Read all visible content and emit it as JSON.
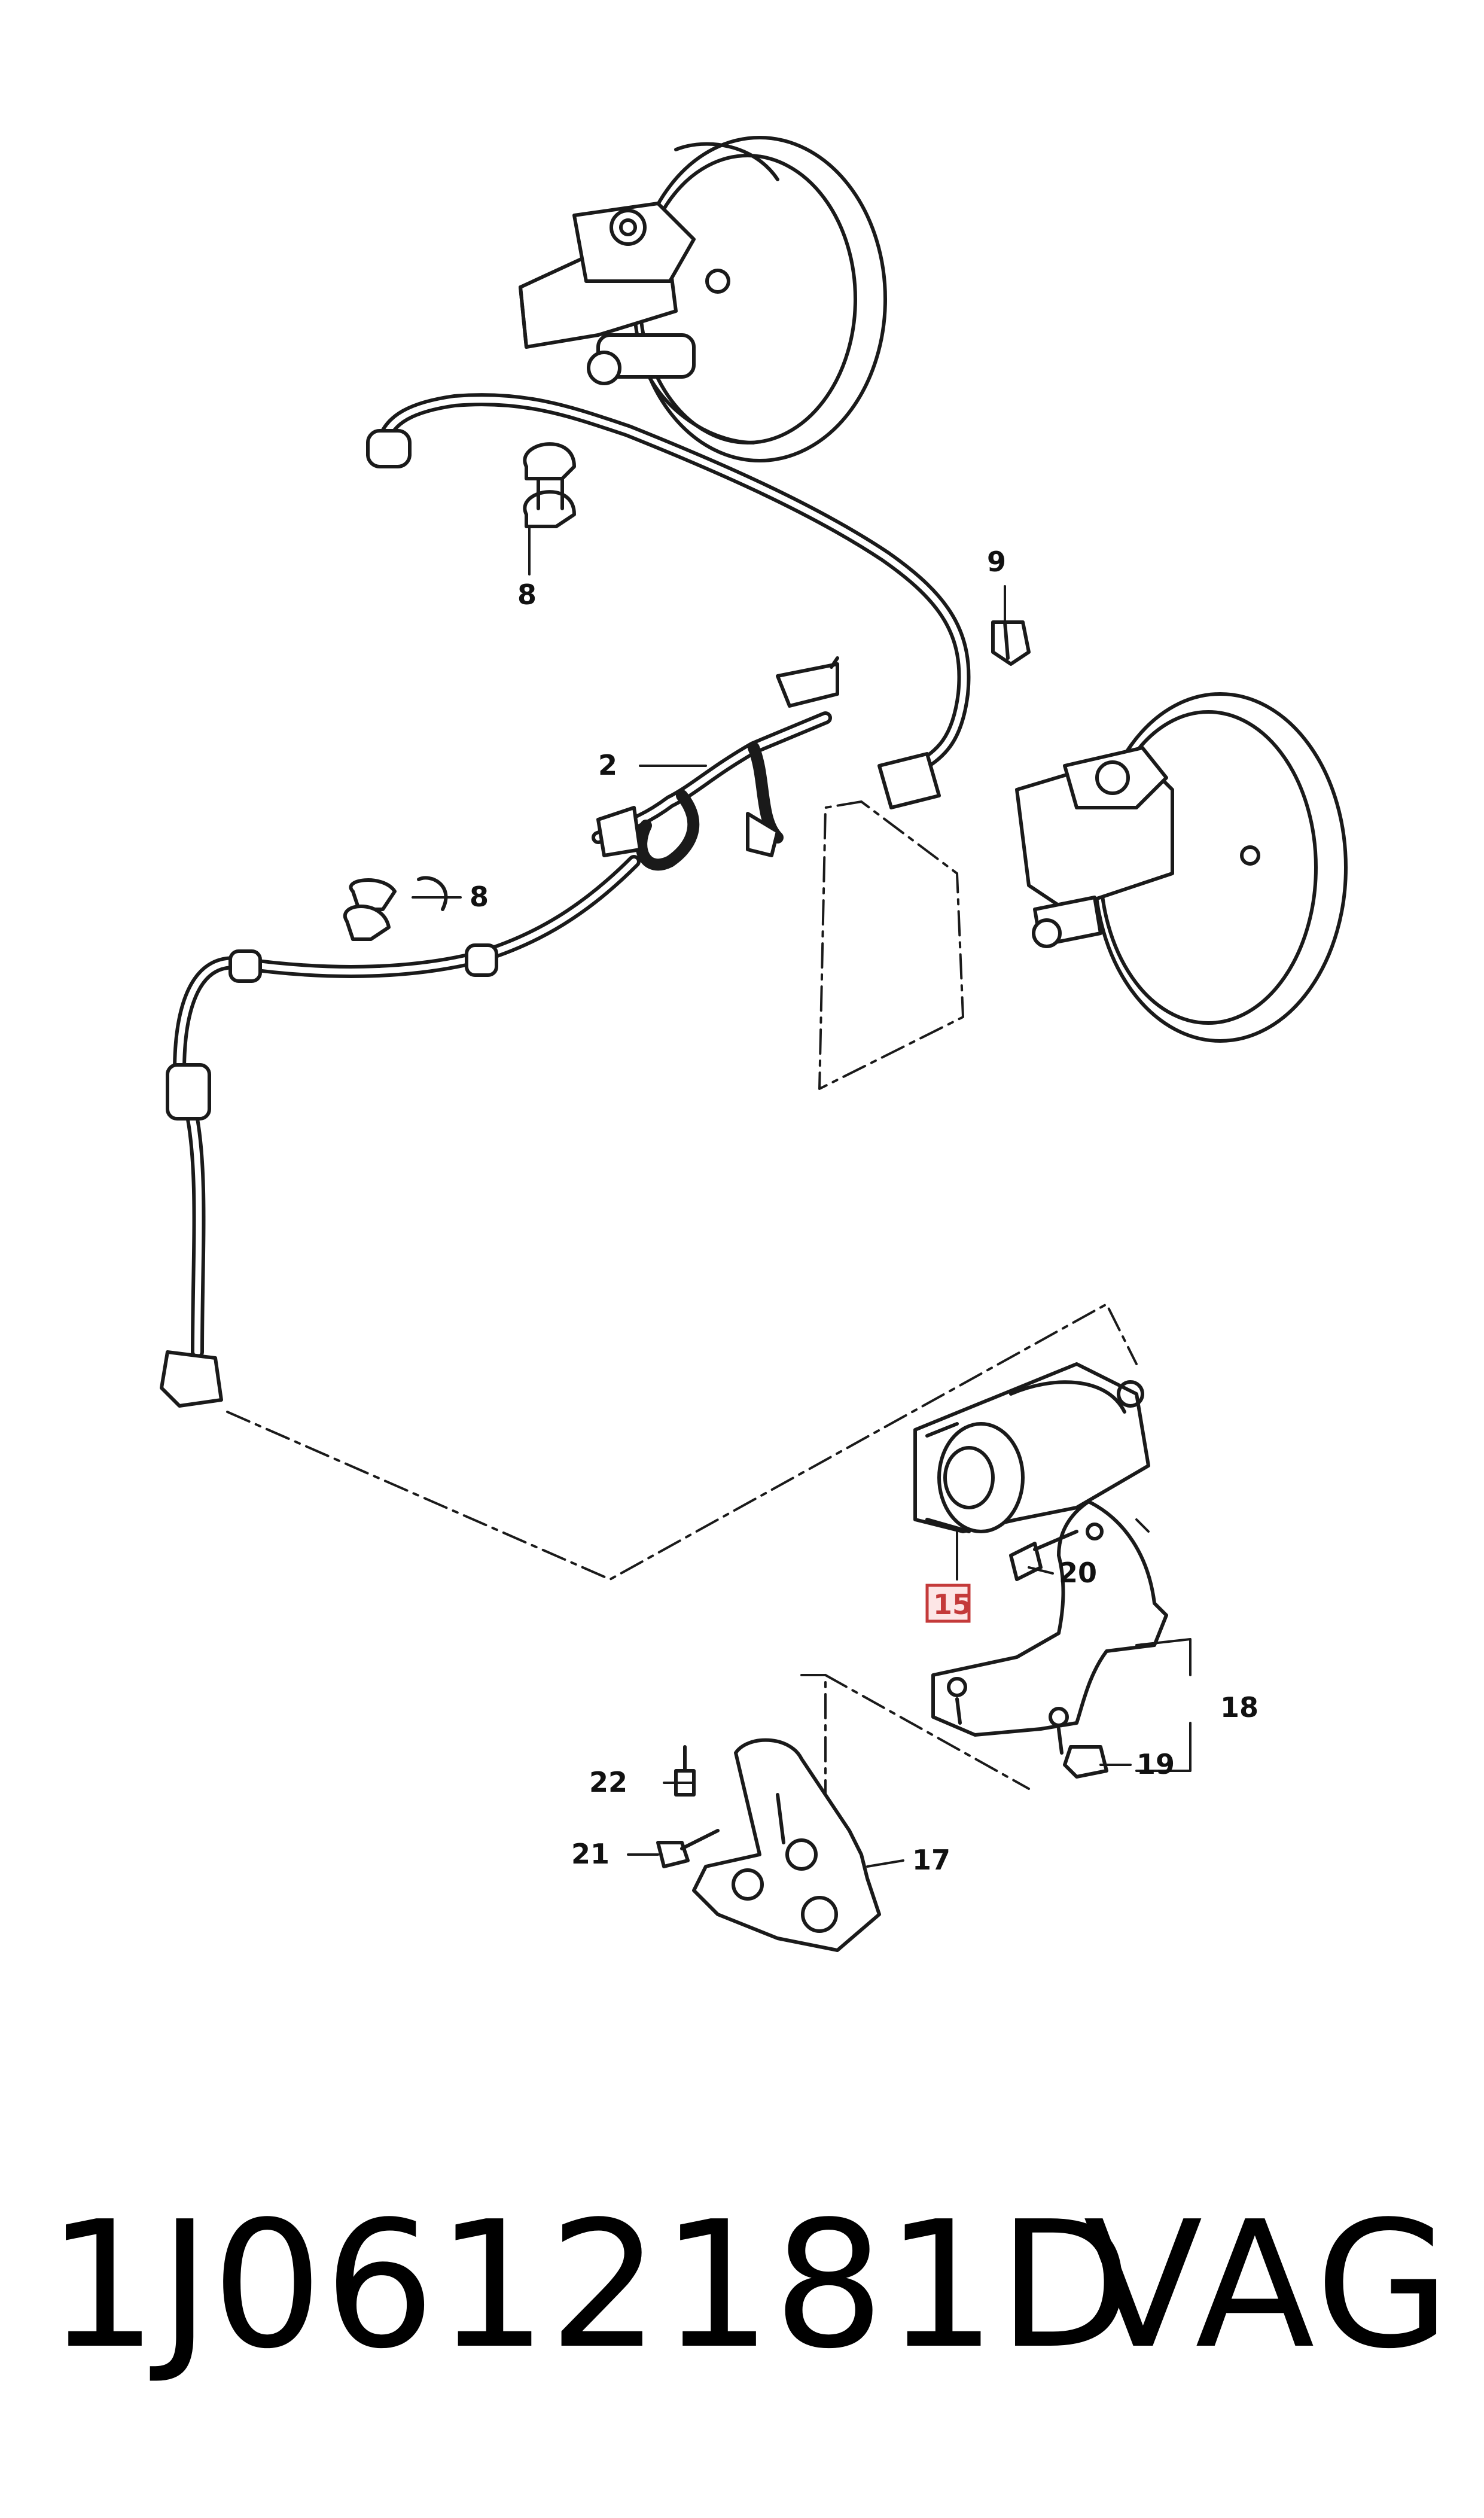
{
  "callouts": {
    "c2": "2",
    "c8a": "8",
    "c8b": "8",
    "c9": "9",
    "c15": "15",
    "c17": "17",
    "c18": "18",
    "c19": "19",
    "c20": "20",
    "c21": "21",
    "c22": "22"
  },
  "highlight_color": "#c43a3a",
  "footer": {
    "part_number": "1J0612181D",
    "brand": "VAG"
  }
}
